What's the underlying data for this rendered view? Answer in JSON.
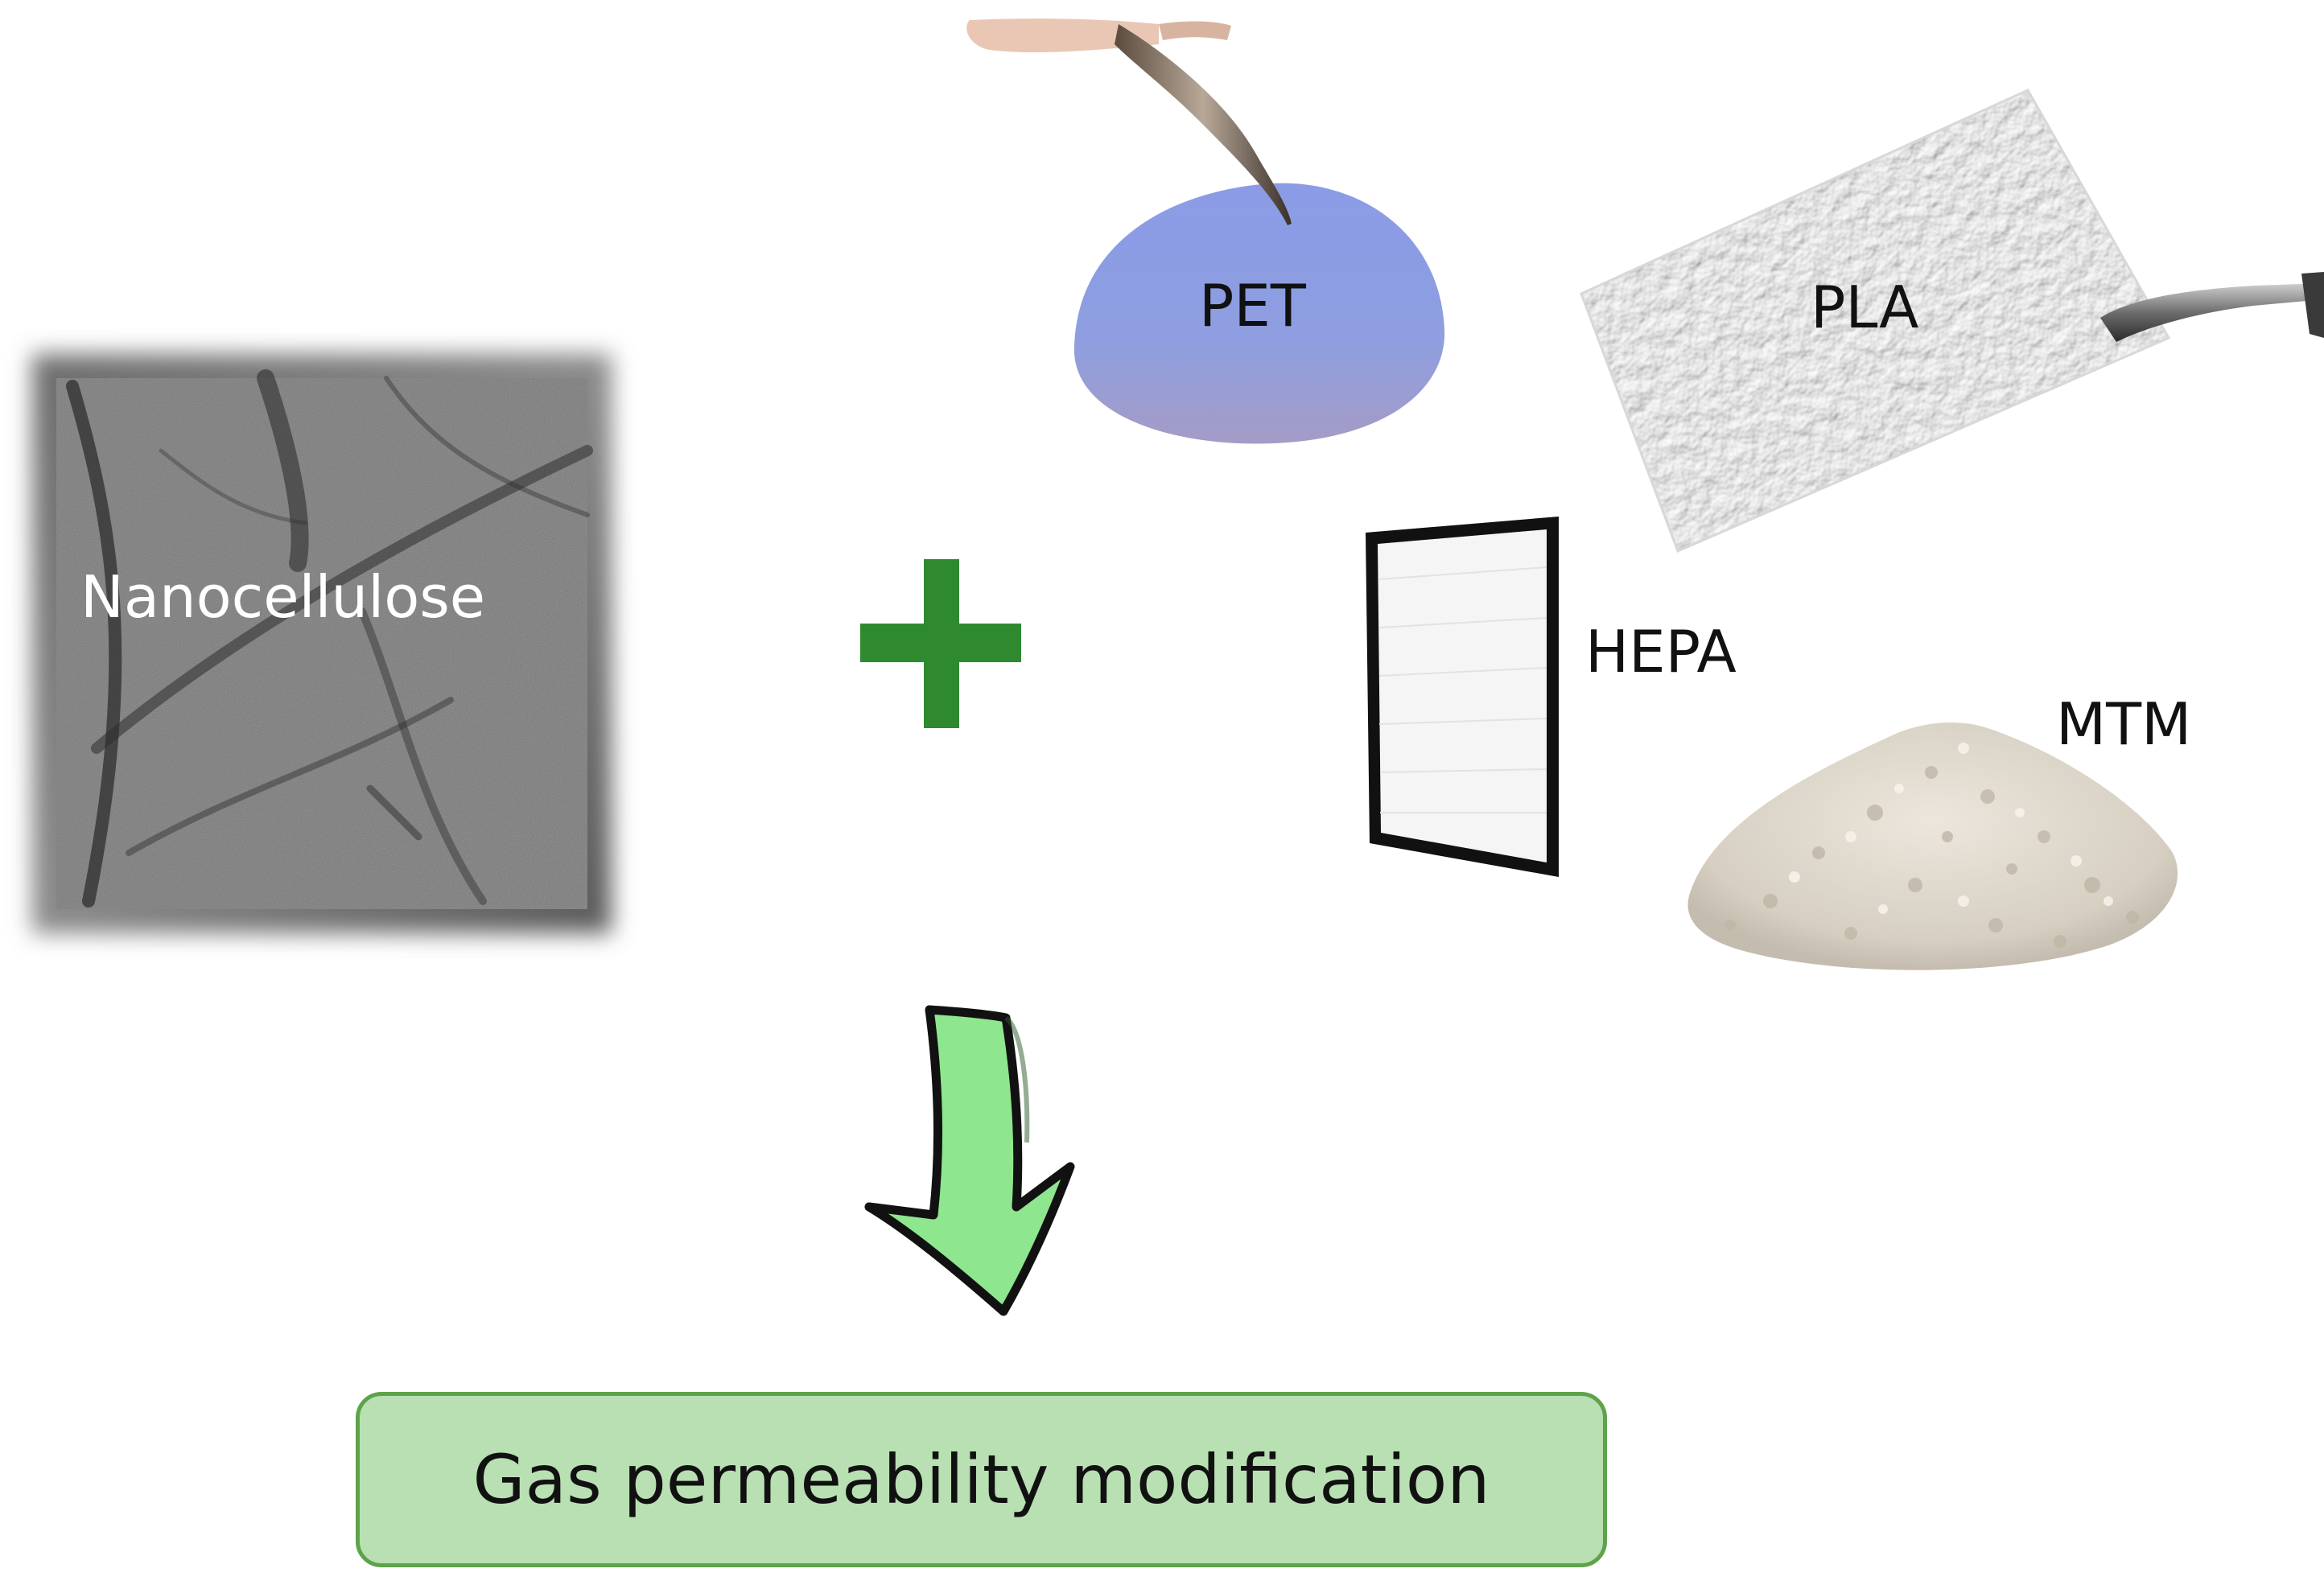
{
  "labels": {
    "nanocellulose": "Nanocellulose",
    "pet": "PET",
    "pla": "PLA",
    "hepa": "HEPA",
    "mtm": "MTM"
  },
  "result": "Gas permeability modification",
  "colors": {
    "plus": "#2f8a2f",
    "arrow_fill": "#8ee68e",
    "result_box_fill": "#b8e0b2",
    "result_box_border": "#5ea34a",
    "pet_disc": "#8f9ee2"
  }
}
